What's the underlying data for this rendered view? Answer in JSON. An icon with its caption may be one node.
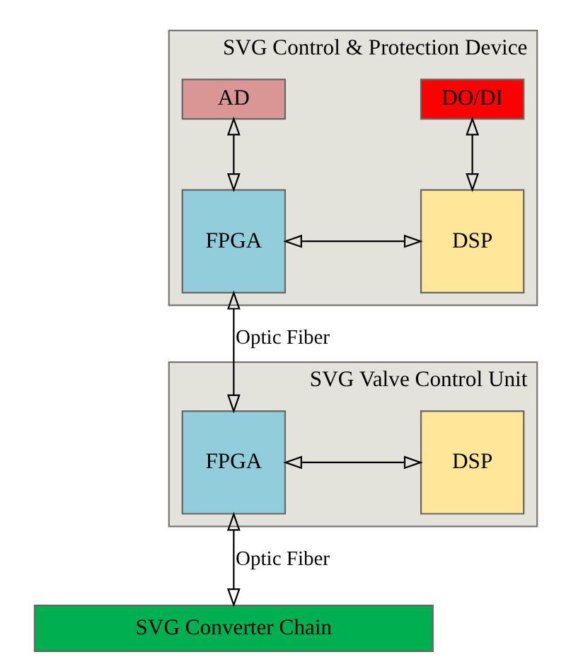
{
  "diagram": {
    "nodes": [
      {
        "text": [
          "SVG Control & Protection Device"
        ]
      },
      {
        "text": [
          "AD"
        ],
        "in": 0
      },
      {
        "text": [
          "DO/DI"
        ],
        "in": 0
      },
      {
        "text": [
          "FPGA"
        ],
        "in": 0
      },
      {
        "text": [
          "DSP"
        ],
        "in": 0
      },
      {
        "text": [
          "SVG Valve Control Unit"
        ]
      },
      {
        "text": [
          "FPGA"
        ],
        "in": 5
      },
      {
        "text": [
          "DSP"
        ],
        "in": 5
      },
      {
        "text": [
          "SVG Converter Chain"
        ]
      }
    ],
    "edges": [
      {
        "from": 1,
        "to": 3,
        "arrow": "both"
      },
      {
        "from": 2,
        "to": 4,
        "arrow": "both"
      },
      {
        "from": 3,
        "to": 4,
        "arrow": "both"
      },
      {
        "from": 3,
        "to": 6,
        "arrow": "both",
        "label": "Optic Fiber"
      },
      {
        "from": 6,
        "to": 7,
        "arrow": "both"
      },
      {
        "from": 6,
        "to": 8,
        "arrow": "both",
        "label": "Optic Fiber"
      }
    ]
  }
}
